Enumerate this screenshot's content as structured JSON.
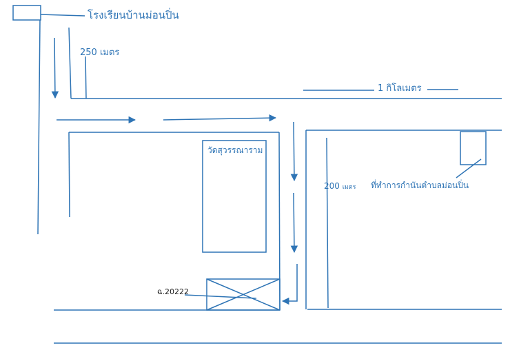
{
  "map": {
    "labels": {
      "school": "โรงเรียนบ้านม่อนปิ่น",
      "distance_250": "250 เมตร",
      "distance_1km": "1 กิโลเมตร",
      "temple": "วัดสุวรรณาราม",
      "distance_200_value": "200",
      "distance_200_unit": "เมตร",
      "office": "ที่ทำการกำนันตำบลม่อนปิ่น",
      "culvert": "ฉ.20222"
    },
    "colors": {
      "line": "#2e74b5",
      "text": "#2e74b5",
      "culvert_text": "#1a1a1a"
    }
  }
}
